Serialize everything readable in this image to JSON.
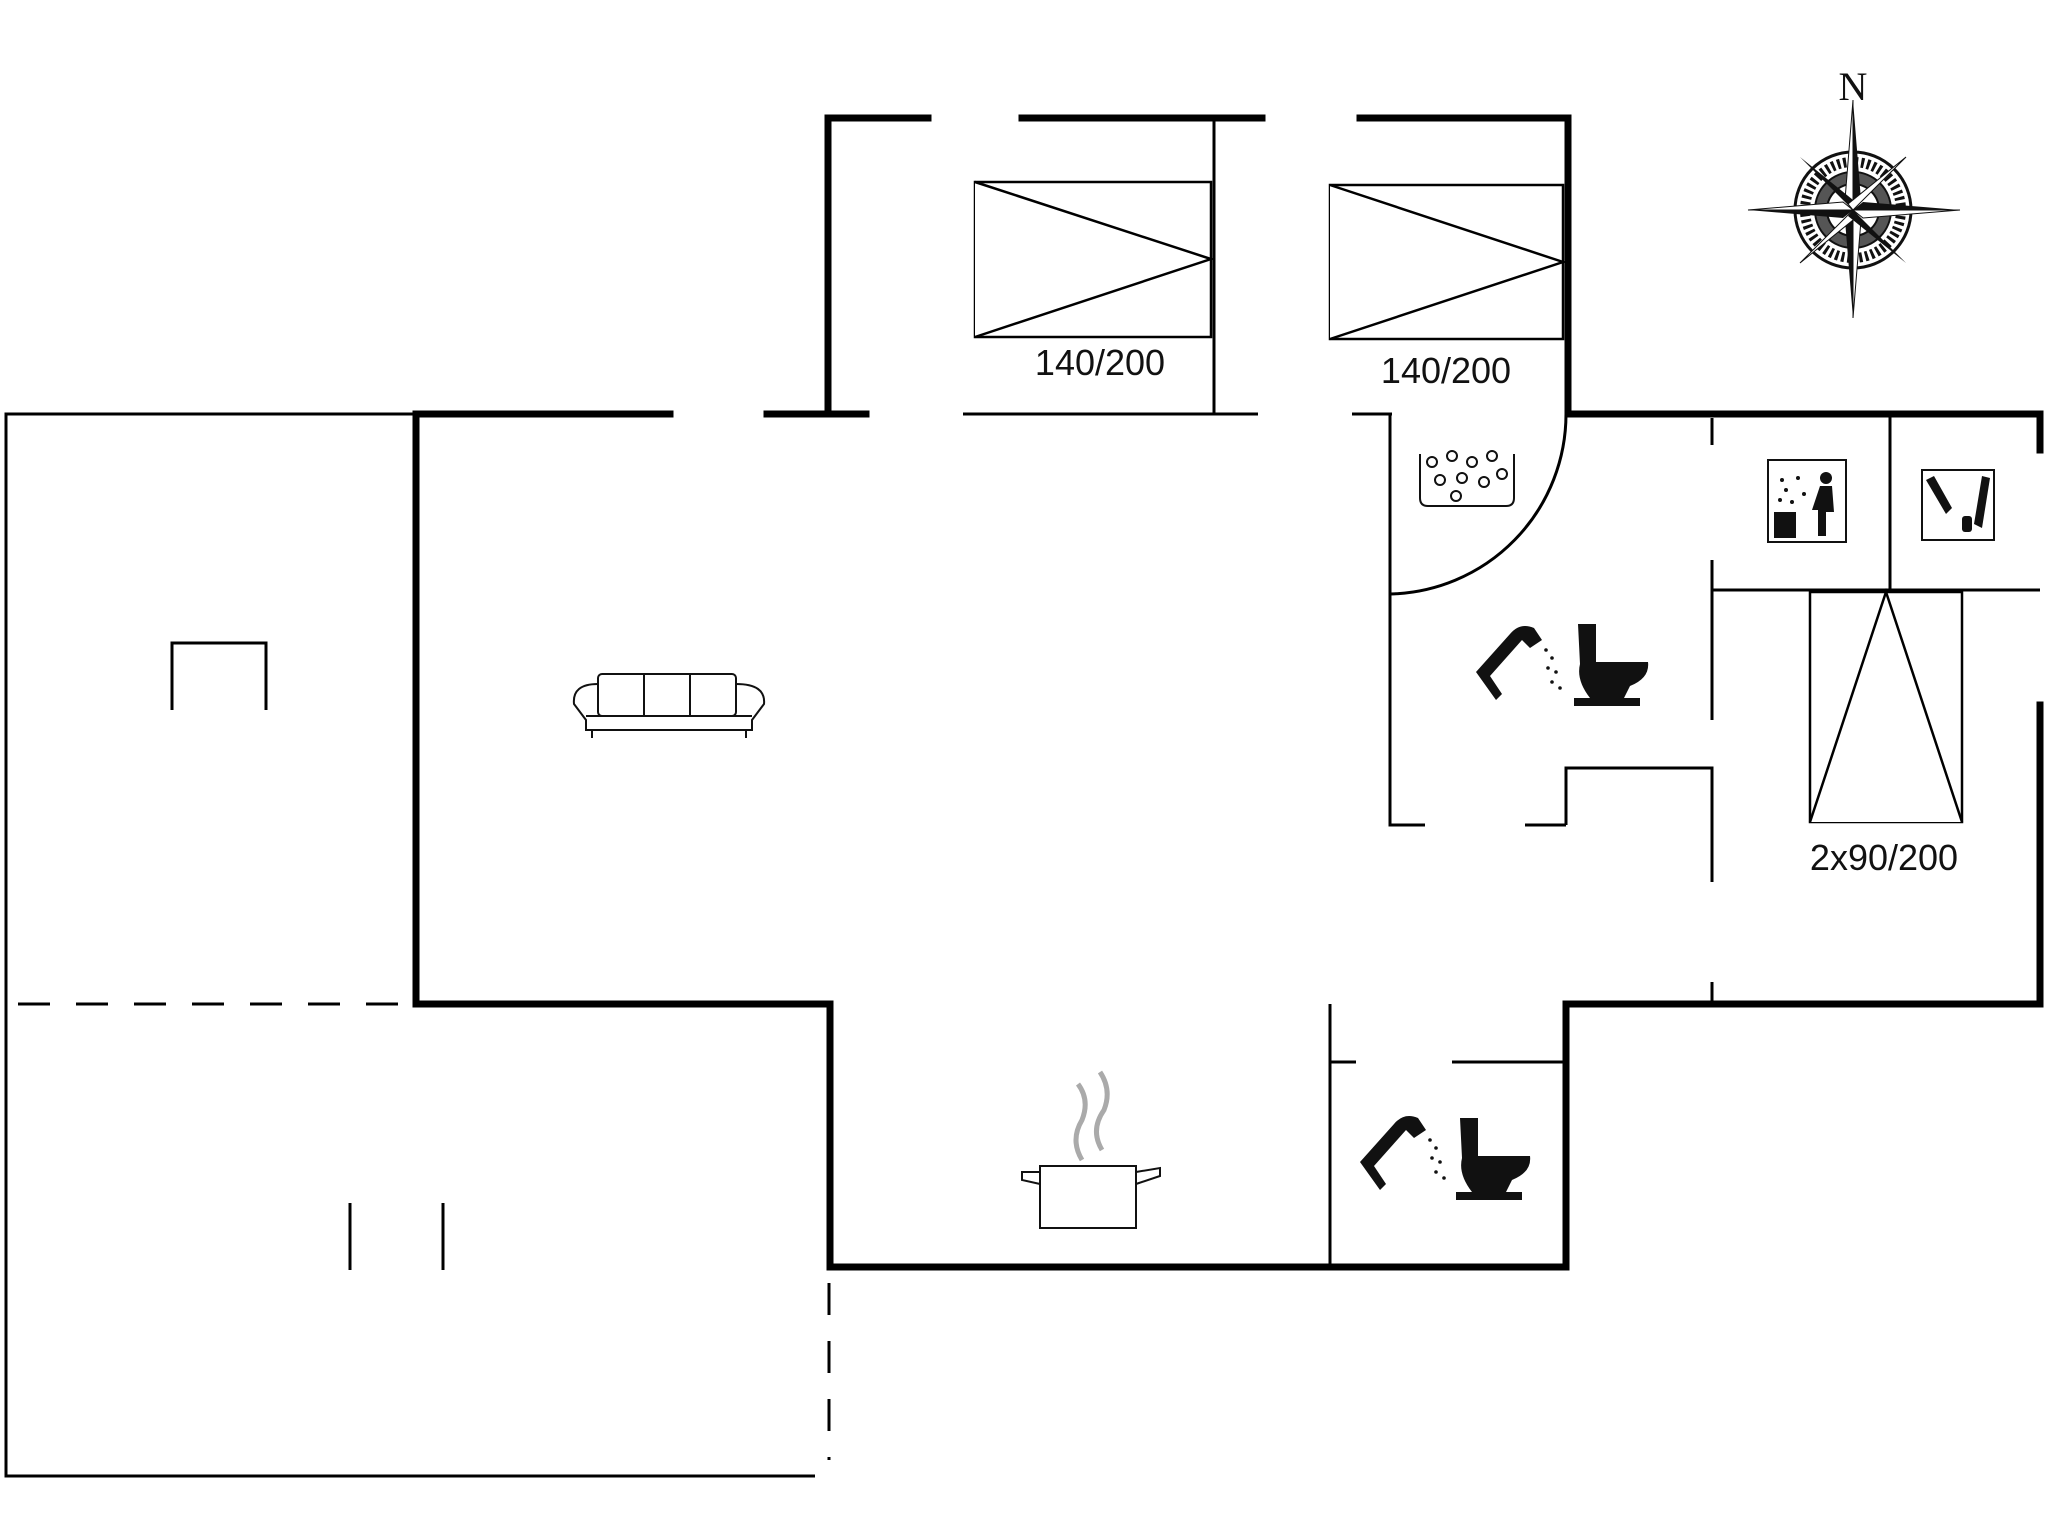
{
  "compass": {
    "north_label": "N"
  },
  "beds": [
    {
      "label": "140/200"
    },
    {
      "label": "140/200"
    },
    {
      "label": "2x90/200"
    }
  ],
  "rooms": {
    "living": {
      "icon": "sofa-icon"
    },
    "kitchen": {
      "icon": "cooking-pot-icon"
    },
    "bathroom_1": {
      "icons": [
        "jacuzzi-icon",
        "shower-icon",
        "toilet-icon"
      ]
    },
    "bathroom_2": {
      "icons": [
        "shower-icon",
        "toilet-icon"
      ]
    },
    "sauna": {
      "icon": "sauna-icon"
    },
    "utility": {
      "icon": "washing-machine-icon"
    }
  }
}
